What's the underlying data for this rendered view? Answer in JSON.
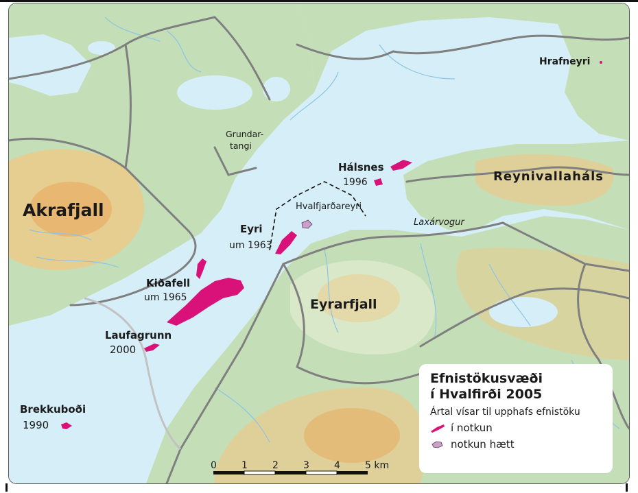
{
  "colors": {
    "water": "#d6eef8",
    "land": "#c4dfb8",
    "land_light": "#d8e8c8",
    "highland": "#f2c783",
    "highland_dark": "#e9a85a",
    "road": "#7f7f7f",
    "stream": "#8cc4e4",
    "active_area": "#d9127a",
    "closed_area": "#c9a0c8"
  },
  "places": [
    {
      "id": "hrafneyri",
      "text": "Hrafneyri",
      "style": "bold"
    },
    {
      "id": "grundartangi",
      "text": "Grundar-\ntangi",
      "style": "normal"
    },
    {
      "id": "halsnes",
      "text": "Hálsnes",
      "style": "bold"
    },
    {
      "id": "halsnes_year",
      "text": "1996",
      "style": "normal"
    },
    {
      "id": "reynivallahals",
      "text": "Reynivallaháls",
      "style": "bold-large"
    },
    {
      "id": "akrafjall",
      "text": "Akrafjall",
      "style": "bold-xlarge"
    },
    {
      "id": "hvalfjardareyri",
      "text": "Hvalfjarðareyri",
      "style": "normal"
    },
    {
      "id": "laxarvogur",
      "text": "Laxárvogur",
      "style": "italic"
    },
    {
      "id": "eyri",
      "text": "Eyri",
      "style": "bold"
    },
    {
      "id": "eyri_year",
      "text": "um 1963",
      "style": "normal"
    },
    {
      "id": "kidafell",
      "text": "Kiðafell",
      "style": "bold"
    },
    {
      "id": "kidafell_year",
      "text": "um 1965",
      "style": "normal"
    },
    {
      "id": "eyrarfjall",
      "text": "Eyrarfjall",
      "style": "bold-large"
    },
    {
      "id": "laufagrunn",
      "text": "Laufagrunn",
      "style": "bold"
    },
    {
      "id": "laufagrunn_year",
      "text": "2000",
      "style": "normal"
    },
    {
      "id": "brekkubodi",
      "text": "Brekkuboði",
      "style": "bold"
    },
    {
      "id": "brekkubodi_year",
      "text": "1990",
      "style": "normal"
    }
  ],
  "extraction_areas": [
    {
      "id": "halsnes",
      "status": "active"
    },
    {
      "id": "eyri",
      "status": "active"
    },
    {
      "id": "kidafell",
      "status": "active"
    },
    {
      "id": "laufagrunn",
      "status": "active"
    },
    {
      "id": "brekkubodi",
      "status": "active"
    },
    {
      "id": "hrafneyri",
      "status": "active"
    },
    {
      "id": "hvalfjardareyri",
      "status": "closed"
    }
  ],
  "legend": {
    "title_line1": "Efnistökusvæði",
    "title_line2": "í Hvalfirði 2005",
    "subtitle": "Ártal vísar til upphafs efnistöku",
    "active_label": "í notkun",
    "closed_label": "notkun hætt"
  },
  "scale_bar": {
    "ticks": [
      "0",
      "1",
      "2",
      "3",
      "4",
      "5 km"
    ]
  }
}
